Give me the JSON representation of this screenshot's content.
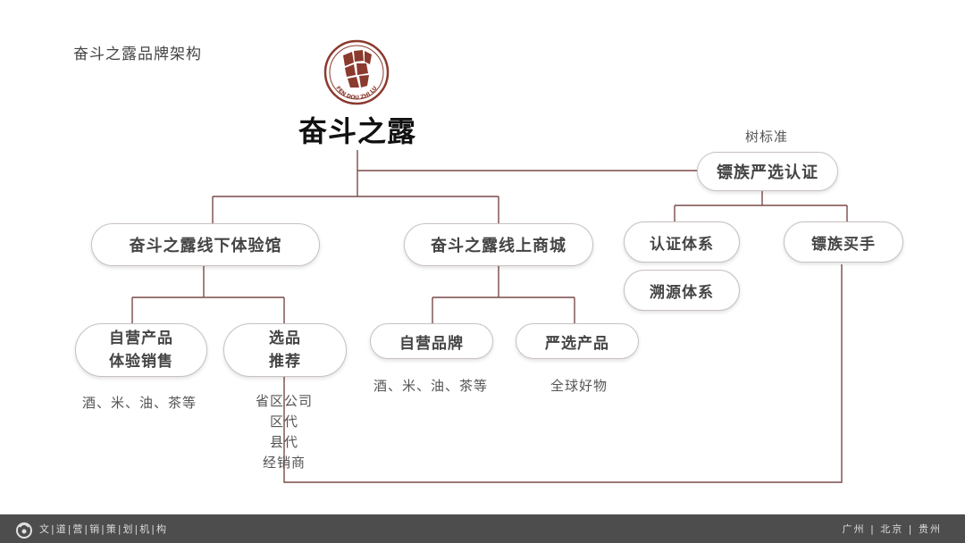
{
  "page_title": "奋斗之露品牌架构",
  "brand": {
    "logo_text": "FEN DOU ZHI LU",
    "name": "奋斗之露"
  },
  "diagram": {
    "label_standard": "树标准",
    "node_certification": "镖族严选认证",
    "node_offline": "奋斗之露线下体验馆",
    "node_online": "奋斗之露线上商城",
    "node_cert_system": "认证体系",
    "node_trace_system": "溯源体系",
    "node_buyer": "镖族买手",
    "node_self_products_l1": "自营产品",
    "node_self_products_l2": "体验销售",
    "node_selection_l1": "选品",
    "node_selection_l2": "推荐",
    "node_self_brand": "自营品牌",
    "node_strict_products": "严选产品",
    "note_offline_goods": "酒、米、油、茶等",
    "note_channels": [
      "省区公司",
      "区代",
      "县代",
      "经销商"
    ],
    "note_online_goods": "酒、米、油、茶等",
    "note_global": "全球好物"
  },
  "footer": {
    "left_text": "文|道|营|销|策|划|机|构",
    "right_text": "广州 | 北京 | 贵州"
  },
  "colors": {
    "line": "#7a4a4a",
    "logo": "#8b3a2e",
    "footer_bg": "#4d4d4d"
  }
}
